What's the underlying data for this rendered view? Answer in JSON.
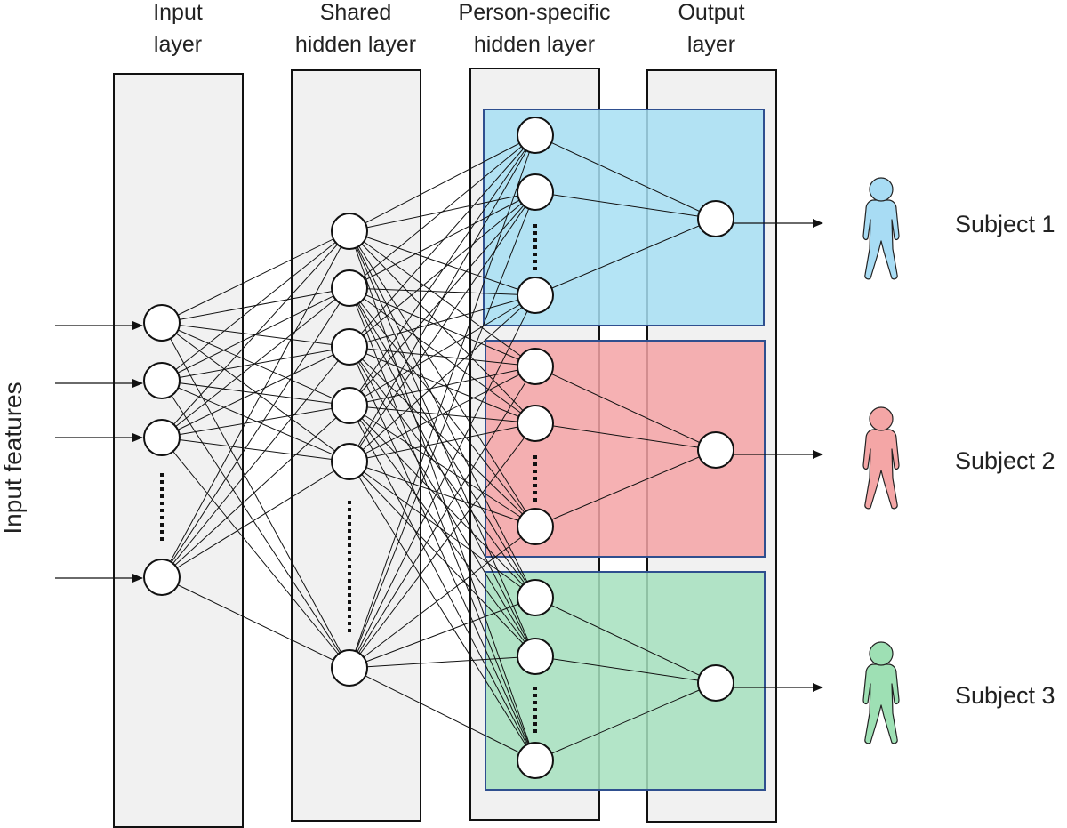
{
  "layers": [
    {
      "key": "input",
      "title_lines": [
        "Input",
        "layer"
      ]
    },
    {
      "key": "shared",
      "title_lines": [
        "Shared",
        "hidden layer"
      ]
    },
    {
      "key": "person",
      "title_lines": [
        "Person-specific",
        "hidden layer"
      ]
    },
    {
      "key": "output",
      "title_lines": [
        "Output",
        "layer"
      ]
    }
  ],
  "input_side_label": "Input features",
  "subjects": [
    {
      "label": "Subject 1",
      "color": "#7fd0f0",
      "figure_color": "#a8dcf4",
      "box_color": "#a7dff3"
    },
    {
      "label": "Subject 2",
      "color": "#f08a8a",
      "figure_color": "#f4a6a6",
      "box_color": "#f4a3a6"
    },
    {
      "label": "Subject 3",
      "color": "#86d9a6",
      "figure_color": "#9ee0b4",
      "box_color": "#a6e0be"
    }
  ],
  "colors": {
    "layer_fill": "#f1f1f1",
    "layer_stroke": "#111111",
    "box_stroke": "#2f4f8f",
    "line": "#111111",
    "node_fill": "#ffffff"
  },
  "icons": {
    "subject_figure": "person-figure-icon",
    "arrow": "arrow-right-icon",
    "ellipsis": "vertical-dots-icon"
  }
}
